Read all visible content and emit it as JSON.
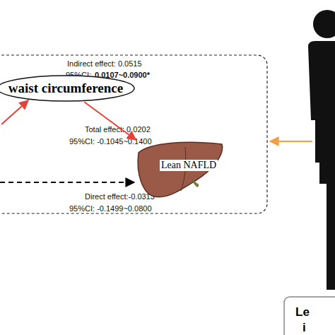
{
  "diagram": {
    "nodes": [
      {
        "text": [
          "waist circumference"
        ]
      },
      {
        "text": [
          "Lean NAFLD"
        ]
      },
      {
        "text": [
          "Le",
          "i"
        ]
      }
    ],
    "edges": [
      {
        "from": 0,
        "to": 1,
        "arrow": "to"
      }
    ],
    "labels": [
      "Indirect effect: 0.0515",
      "95%CI:",
      "0.0107~0.0900*",
      "Total effect: 0.0202",
      "95%CI: -0.1045~0.1400",
      "Direct effect:-0.0313",
      "95%CI: -0.1499~0.0800"
    ]
  }
}
